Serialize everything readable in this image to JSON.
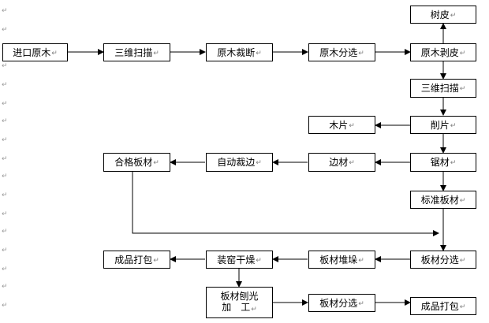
{
  "nodes": {
    "shupi": "树皮",
    "jinkou": "进口原木",
    "sanwei1": "三维扫描",
    "caiduan": "原木裁断",
    "fenxuan1": "原木分选",
    "boupi": "原木剥皮",
    "sanwei2": "三维扫描",
    "mupian": "木片",
    "xiaopian": "削片",
    "hege": "合格板材",
    "zidong": "自动裁边",
    "biancai": "边材",
    "jucai": "锯材",
    "biaozhun": "标准板材",
    "chengpin1": "成品打包",
    "zhuangyao": "装窑干燥",
    "duiduo": "板材堆垛",
    "fenxuan2": "板材分选",
    "bpg_line1": "板材刨光",
    "bpg_line2": "加　工",
    "fenxuan3": "板材分选",
    "chengpin2": "成品打包"
  },
  "paragraph_mark": "↵",
  "colors": {
    "line": "#000000",
    "box_border": "#000000",
    "mark": "#7f7f7f"
  }
}
